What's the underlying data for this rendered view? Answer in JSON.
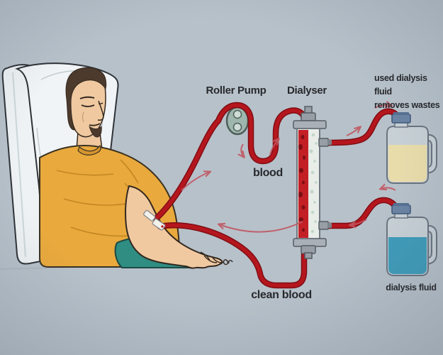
{
  "diagram": {
    "labels": {
      "roller_pump": "Roller Pump",
      "dialyser": "Dialyser",
      "blood": "blood",
      "clean_blood": "clean blood",
      "used_fluid_line1": "used dialysis fluid",
      "used_fluid_line2": "removes wastes",
      "dialysis_fluid": "dialysis fluid"
    },
    "colors": {
      "background": "#b7c1ca",
      "tube_red": "#b5161d",
      "tube_edge": "#7f0e13",
      "blood_column_red": "#c32026",
      "dialysate_column": "#e8ede8",
      "used_fluid_tan": "#e9dcab",
      "dialysis_fluid_blue": "#3f9cba",
      "jug_body": "#c7d0d5",
      "jug_cap_blue": "#6b84a4",
      "pump_body": "#9fb6ae",
      "shirt_yellow": "#e9a93d",
      "pants_teal": "#2f8d82",
      "skin": "#f0c9a0",
      "label_text": "#27292c",
      "arrow_faded_red": "#c05862"
    }
  }
}
